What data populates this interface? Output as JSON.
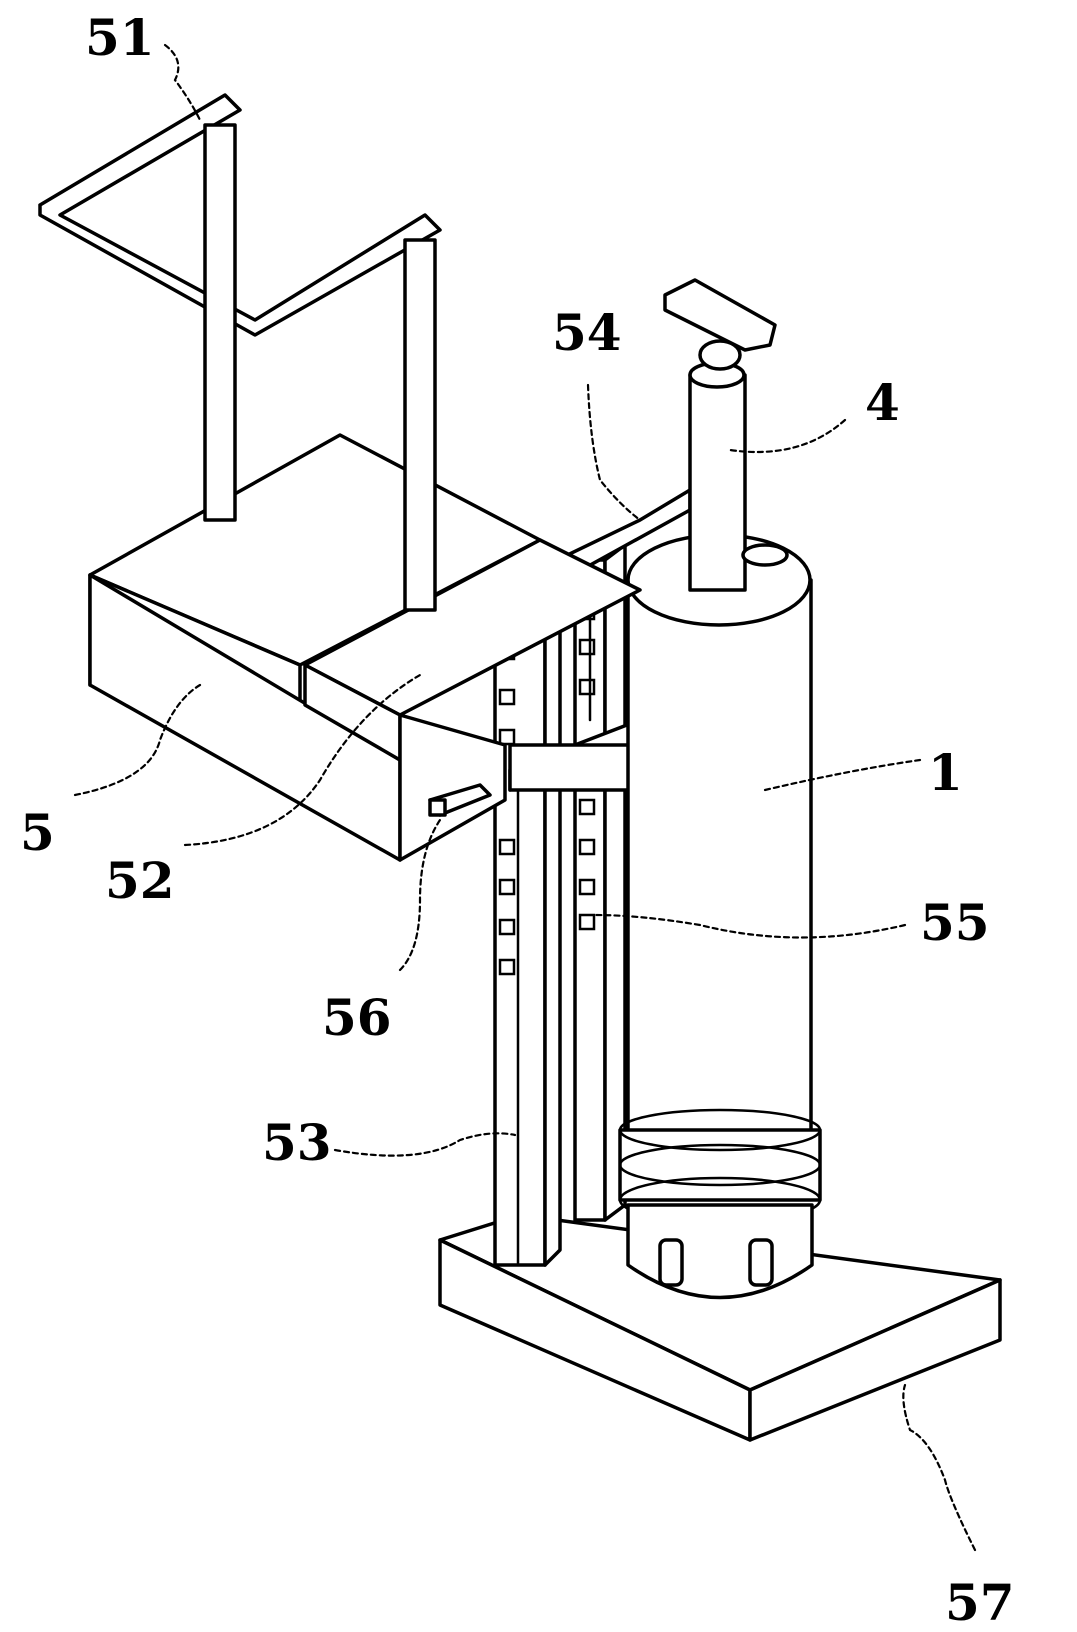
{
  "labels": {
    "l51": "51",
    "l54": "54",
    "l4": "4",
    "l5": "5",
    "l52": "52",
    "l1": "1",
    "l55": "55",
    "l56": "56",
    "l53": "53",
    "l57": "57"
  }
}
